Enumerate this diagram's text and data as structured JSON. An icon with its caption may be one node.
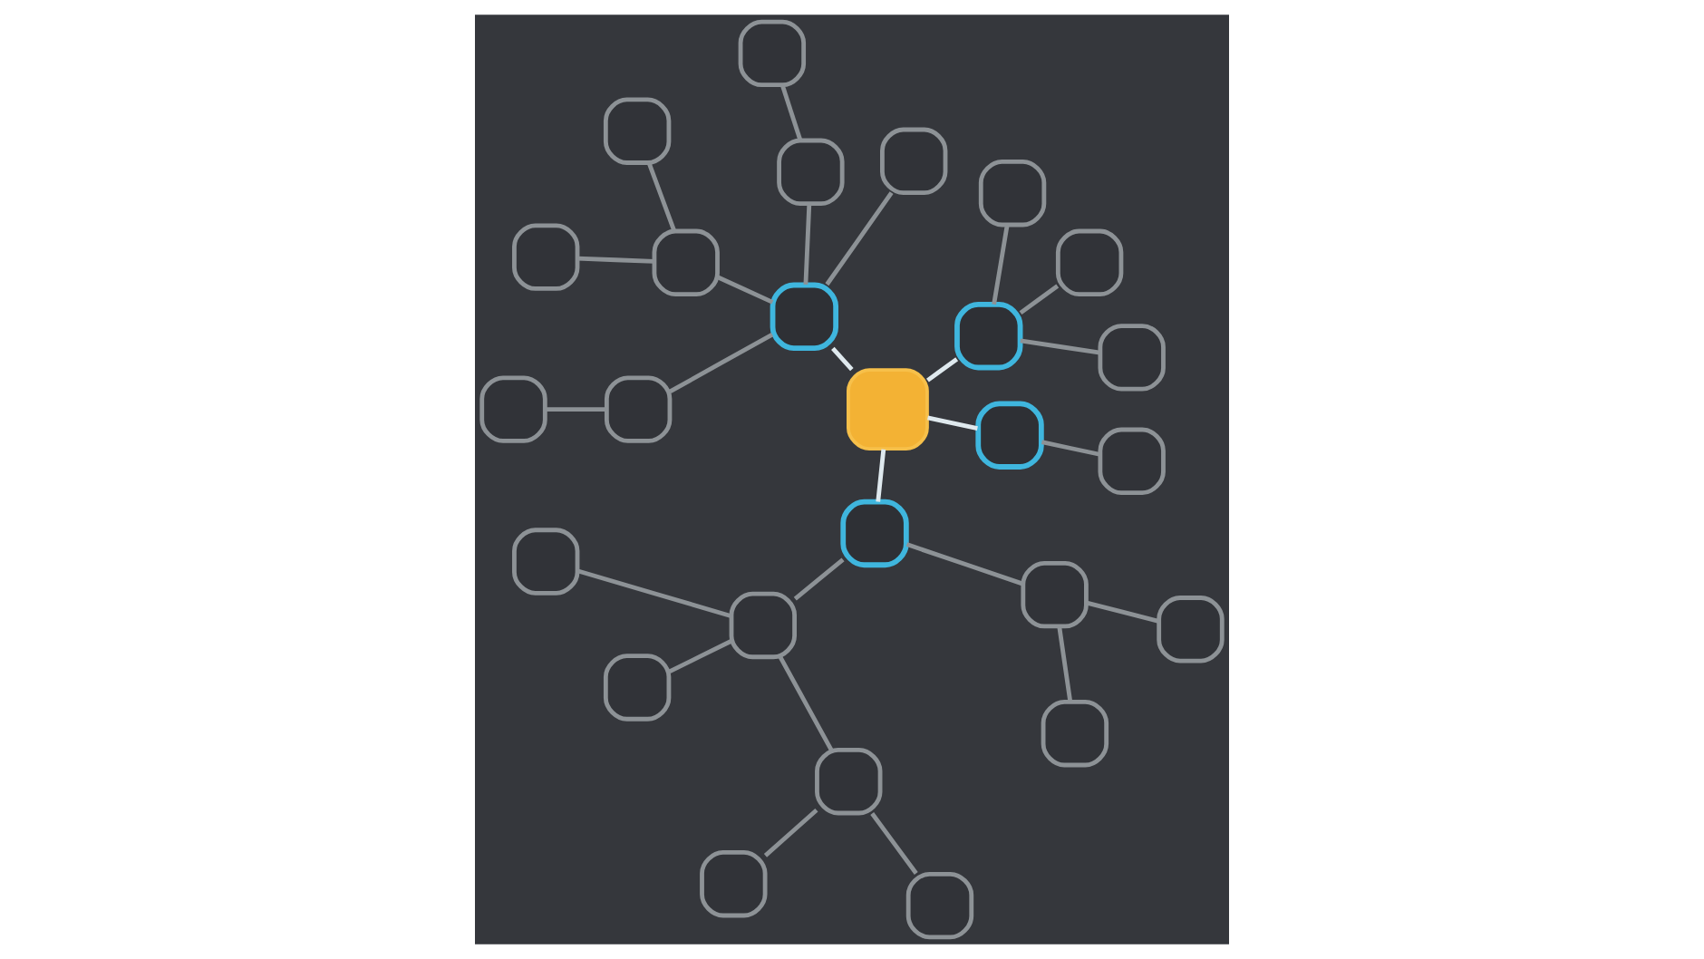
{
  "diagram": {
    "nodes": [
      {
        "text": [],
        "shape": "box"
      },
      {
        "text": [],
        "shape": "box"
      },
      {
        "text": [],
        "shape": "box"
      },
      {
        "text": [],
        "shape": "box"
      },
      {
        "text": [],
        "shape": "box"
      },
      {
        "text": [],
        "shape": "box"
      },
      {
        "text": [],
        "shape": "box"
      },
      {
        "text": [],
        "shape": "box"
      },
      {
        "text": [],
        "shape": "box"
      },
      {
        "text": [],
        "shape": "box"
      },
      {
        "text": [],
        "shape": "box"
      },
      {
        "text": [],
        "shape": "box"
      },
      {
        "text": [],
        "shape": "box"
      },
      {
        "text": [],
        "shape": "box"
      },
      {
        "text": [],
        "shape": "box"
      },
      {
        "text": [],
        "shape": "box"
      },
      {
        "text": [],
        "shape": "box"
      },
      {
        "text": [],
        "shape": "box"
      },
      {
        "text": [],
        "shape": "box"
      },
      {
        "text": [],
        "shape": "box"
      },
      {
        "text": [],
        "shape": "box"
      },
      {
        "text": [],
        "shape": "box"
      },
      {
        "text": [],
        "shape": "box"
      },
      {
        "text": [],
        "shape": "box"
      },
      {
        "text": [],
        "shape": "box"
      },
      {
        "text": [],
        "shape": "box"
      }
    ],
    "edges": [
      {
        "from": 13,
        "to": 6,
        "arrow": "none",
        "color": "#dfe9ee"
      },
      {
        "from": 13,
        "to": 16,
        "arrow": "none",
        "color": "#dfe9ee"
      },
      {
        "from": 13,
        "to": 17,
        "arrow": "none",
        "color": "#dfe9ee"
      },
      {
        "from": 13,
        "to": 23,
        "arrow": "none",
        "color": "#dfe9ee"
      },
      {
        "from": 6,
        "to": 2,
        "arrow": "none"
      },
      {
        "from": 6,
        "to": 0,
        "arrow": "none"
      },
      {
        "from": 6,
        "to": 1,
        "arrow": "none"
      },
      {
        "from": 16,
        "to": 7,
        "arrow": "none"
      },
      {
        "from": 16,
        "to": 10,
        "arrow": "none"
      },
      {
        "from": 16,
        "to": 18,
        "arrow": "none"
      },
      {
        "from": 16,
        "to": 20,
        "arrow": "none"
      },
      {
        "from": 10,
        "to": 5,
        "arrow": "none"
      },
      {
        "from": 18,
        "to": 14,
        "arrow": "none"
      },
      {
        "from": 18,
        "to": 22,
        "arrow": "none"
      },
      {
        "from": 20,
        "to": 25,
        "arrow": "none"
      },
      {
        "from": 17,
        "to": 8,
        "arrow": "none"
      },
      {
        "from": 17,
        "to": 15,
        "arrow": "none"
      },
      {
        "from": 8,
        "to": 3,
        "arrow": "none"
      },
      {
        "from": 8,
        "to": 9,
        "arrow": "none"
      },
      {
        "from": 8,
        "to": 11,
        "arrow": "none"
      },
      {
        "from": 11,
        "to": 4,
        "arrow": "none"
      },
      {
        "from": 11,
        "to": 12,
        "arrow": "none"
      },
      {
        "from": 15,
        "to": 19,
        "arrow": "none"
      },
      {
        "from": 15,
        "to": 21,
        "arrow": "none"
      },
      {
        "from": 23,
        "to": 24,
        "arrow": "none"
      }
    ]
  }
}
